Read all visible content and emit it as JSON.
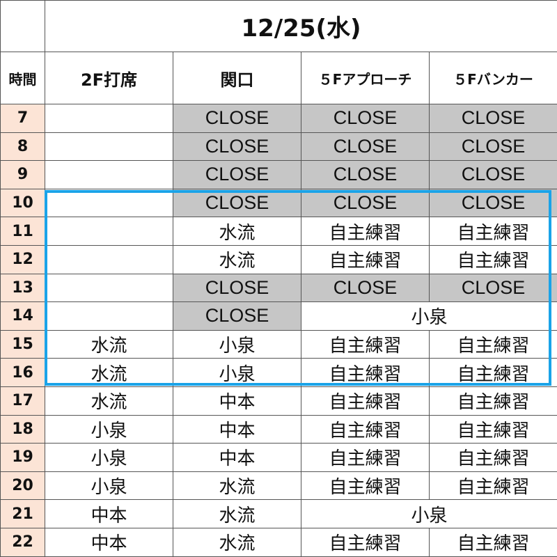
{
  "title": "12/25(水)",
  "headers": {
    "time": "時間",
    "col1": "2F打席",
    "col2": "関口",
    "col3": "５Fアプローチ",
    "col4": "５Fバンカー"
  },
  "rows": [
    {
      "hour": "7",
      "c1": "",
      "c2": "CLOSE",
      "c3": "CLOSE",
      "c4": "CLOSE"
    },
    {
      "hour": "8",
      "c1": "",
      "c2": "CLOSE",
      "c3": "CLOSE",
      "c4": "CLOSE"
    },
    {
      "hour": "9",
      "c1": "",
      "c2": "CLOSE",
      "c3": "CLOSE",
      "c4": "CLOSE"
    },
    {
      "hour": "10",
      "c1": "",
      "c2": "CLOSE",
      "c3": "CLOSE",
      "c4": "CLOSE"
    },
    {
      "hour": "11",
      "c1": "",
      "c2": "水流",
      "c3": "自主練習",
      "c4": "自主練習"
    },
    {
      "hour": "12",
      "c1": "",
      "c2": "水流",
      "c3": "自主練習",
      "c4": "自主練習"
    },
    {
      "hour": "13",
      "c1": "",
      "c2": "CLOSE",
      "c3": "CLOSE",
      "c4": "CLOSE"
    },
    {
      "hour": "14",
      "c1": "",
      "c2": "CLOSE",
      "c34": "小泉"
    },
    {
      "hour": "15",
      "c1": "水流",
      "c2": "小泉",
      "c3": "自主練習",
      "c4": "自主練習"
    },
    {
      "hour": "16",
      "c1": "水流",
      "c2": "小泉",
      "c3": "自主練習",
      "c4": "自主練習"
    },
    {
      "hour": "17",
      "c1": "水流",
      "c2": "中本",
      "c3": "自主練習",
      "c4": "自主練習"
    },
    {
      "hour": "18",
      "c1": "小泉",
      "c2": "中本",
      "c3": "自主練習",
      "c4": "自主練習"
    },
    {
      "hour": "19",
      "c1": "小泉",
      "c2": "中本",
      "c3": "自主練習",
      "c4": "自主練習"
    },
    {
      "hour": "20",
      "c1": "小泉",
      "c2": "水流",
      "c3": "自主練習",
      "c4": "自主練習"
    },
    {
      "hour": "21",
      "c1": "中本",
      "c2": "水流",
      "c34": "小泉"
    },
    {
      "hour": "22",
      "c1": "中本",
      "c2": "水流",
      "c3": "自主練習",
      "c4": "自主練習"
    }
  ],
  "colors": {
    "hour_bg": "#fce4d6",
    "closed_bg": "#c6c6c6",
    "highlight_border": "#1aa3e8"
  }
}
